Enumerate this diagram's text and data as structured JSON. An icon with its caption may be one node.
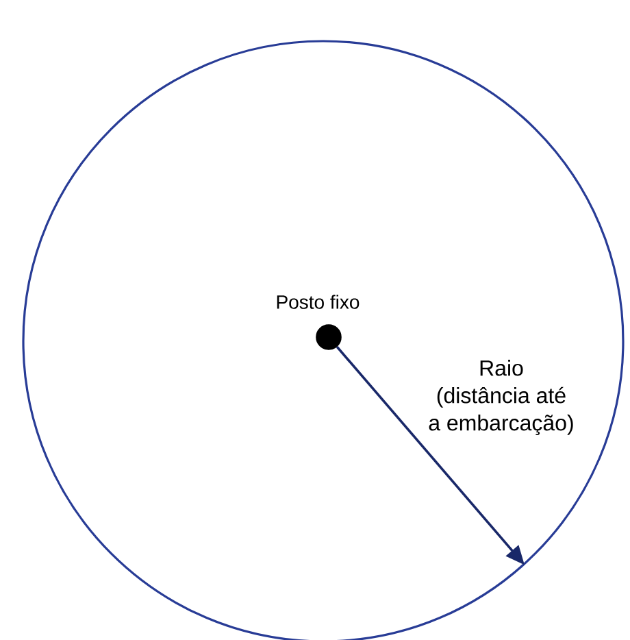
{
  "diagram": {
    "nodes": [
      {
        "text": [],
        "shape": "circle"
      },
      {
        "text": [],
        "shape": "circle",
        "in": 0,
        "beside": [
          "Posto fixo"
        ]
      }
    ],
    "edges": [
      {
        "from": 1,
        "to": 0,
        "arrow": "to",
        "label": "Raio (distância até a embarcação)"
      }
    ]
  }
}
